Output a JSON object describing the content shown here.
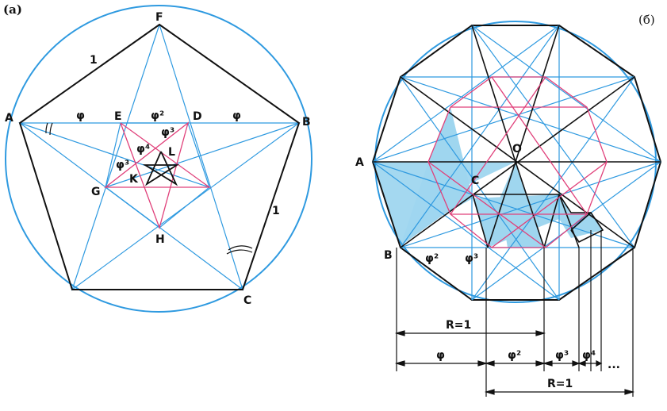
{
  "panel_a": {
    "label": "(a)",
    "points": {
      "F": "F",
      "A": "A",
      "B": "B",
      "C": "C",
      "D": "D",
      "E": "E",
      "G": "G",
      "H": "H",
      "K": "K",
      "L": "L"
    },
    "segments": {
      "one_top": "1",
      "one_right": "1",
      "phi_left": "φ",
      "phi2": "φ²",
      "phi_right": "φ",
      "phi3_a": "φ³",
      "phi4": "φ⁴",
      "phi3_b": "φ³"
    }
  },
  "panel_b": {
    "label": "(б)",
    "points": {
      "A": "A",
      "O": "O",
      "C": "C",
      "B": "B"
    },
    "segments": {
      "phi2": "φ²",
      "phi3": "φ³"
    },
    "dimensions": {
      "r1_top": "R=1",
      "phi": "φ",
      "phi2": "φ²",
      "phi3": "φ³",
      "phi4": "φ⁴",
      "ellipsis": "...",
      "r1_bottom": "R=1"
    }
  }
}
